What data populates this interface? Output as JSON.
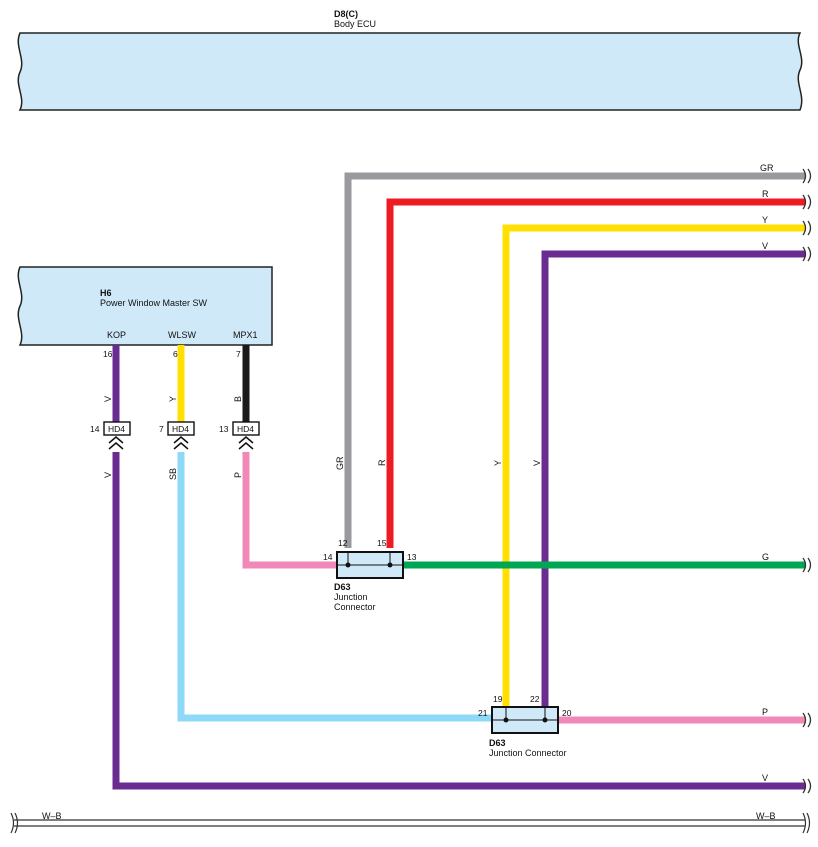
{
  "ecu": {
    "code": "D8(C)",
    "name": "Body ECU"
  },
  "master_sw": {
    "code": "H6",
    "name": "Power Window Master SW",
    "pins": [
      {
        "label": "KOP",
        "num": "16"
      },
      {
        "label": "WLSW",
        "num": "6"
      },
      {
        "label": "MPX1",
        "num": "7"
      }
    ]
  },
  "hd4_connectors": [
    {
      "label": "HD4",
      "num": "14",
      "upper_wire": "V",
      "lower_wire": "V"
    },
    {
      "label": "HD4",
      "num": "7",
      "upper_wire": "Y",
      "lower_wire": "SB"
    },
    {
      "label": "HD4",
      "num": "13",
      "upper_wire": "B",
      "lower_wire": "P"
    }
  ],
  "junction_top": {
    "code": "D63",
    "name_line1": "Junction",
    "name_line2": "Connector",
    "pins": {
      "left": "14",
      "top_a": "12",
      "top_b": "15",
      "right": "13"
    }
  },
  "junction_bottom": {
    "code": "D63",
    "name": "Junction Connector",
    "pins": {
      "left": "21",
      "top_a": "19",
      "top_b": "22",
      "right": "20"
    }
  },
  "wire_labels": {
    "gr_right": "GR",
    "r_right": "R",
    "y_right": "Y",
    "v_right": "V",
    "g_right": "G",
    "p_right": "P",
    "v_bottom_right": "V",
    "gr_vert": "GR",
    "r_vert": "R",
    "y_vert": "Y",
    "v_vert": "V"
  },
  "ground": {
    "left": "W–B",
    "right": "W–B"
  },
  "colors": {
    "GR": "#999a9e",
    "R": "#ed1c24",
    "Y": "#ffe000",
    "V": "#6a2c91",
    "B": "#1a1a1a",
    "P": "#f088b8",
    "SB": "#8ed8f8",
    "G": "#00a651",
    "box_fill": "#cfe9f9"
  }
}
